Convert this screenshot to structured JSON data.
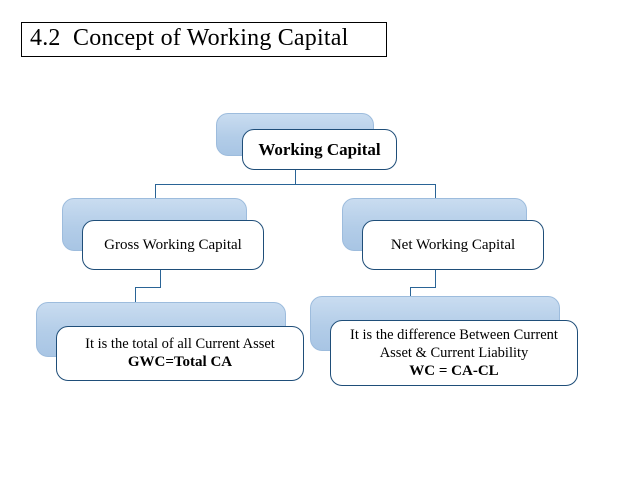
{
  "slide": {
    "title": "4.2  Concept of Working Capital"
  },
  "diagram": {
    "type": "hierarchy",
    "nodes": {
      "root": {
        "label": "Working Capital"
      },
      "gross": {
        "label": "Gross Working Capital"
      },
      "net": {
        "label": "Net Working Capital"
      },
      "gross_desc": {
        "line1": "It is the total of all Current Asset",
        "line2": "GWC=Total CA"
      },
      "net_desc": {
        "line1": "It is the difference Between Current Asset & Current Liability",
        "line2": "WC = CA-CL"
      }
    },
    "colors": {
      "connector": "#2a6496",
      "box_border": "#1f4e79",
      "box_fill": "#ffffff",
      "shadow_fill": "#b3cde8"
    }
  }
}
